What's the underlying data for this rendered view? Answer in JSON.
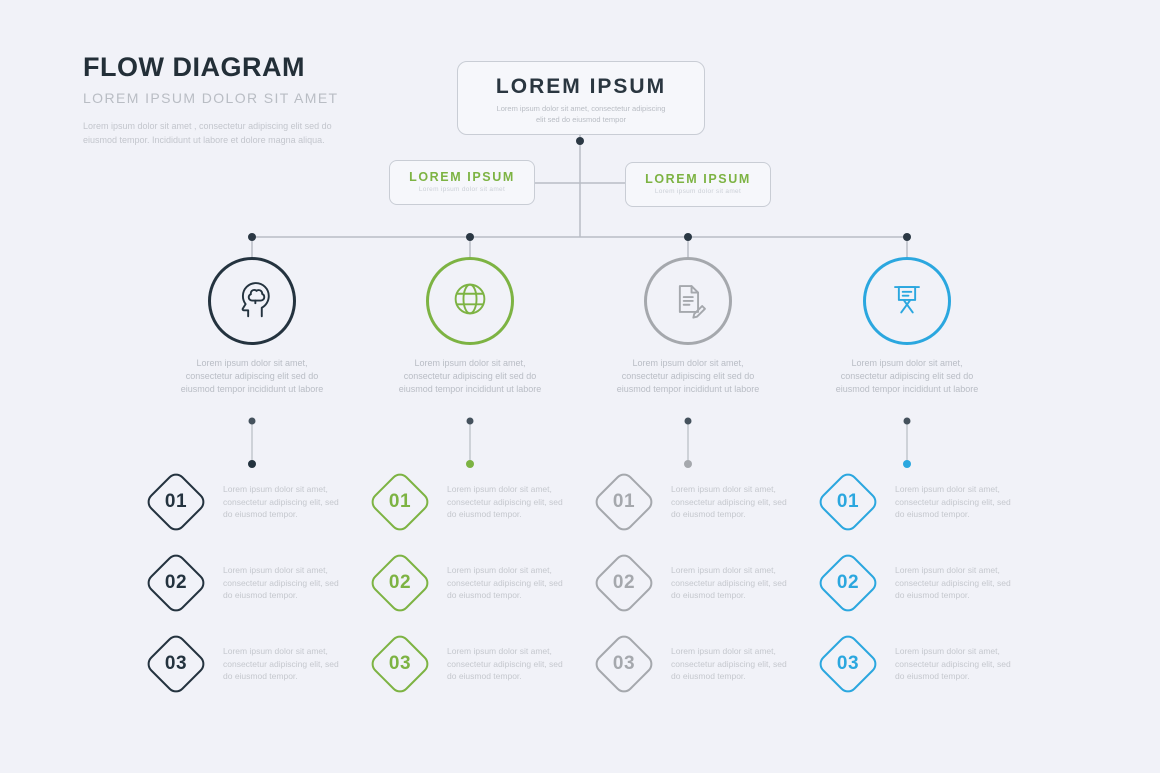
{
  "colors": {
    "background": "#f1f2f8",
    "dark": "#24333f",
    "green": "#7db343",
    "gray": "#a5a8ad",
    "blue": "#2ba7df",
    "line": "#b9bdc5"
  },
  "header": {
    "title": "FLOW DIAGRAM",
    "subtitle": "LOREM IPSUM DOLOR SIT AMET",
    "description": "Lorem ipsum dolor sit amet , consectetur adipiscing elit sed do eiusmod tempor. Incididunt ut labore et dolore magna aliqua."
  },
  "root": {
    "title": "LOREM IPSUM",
    "subtitle": "Lorem ipsum dolor sit amet,  consectetur adipiscing elit sed do eiusmod tempor"
  },
  "branches": [
    {
      "title": "LOREM IPSUM",
      "subtitle": "Lorem ipsum dolor sit amet"
    },
    {
      "title": "LOREM IPSUM",
      "subtitle": "Lorem ipsum dolor sit amet"
    }
  ],
  "columns": [
    {
      "icon": "head-brain-icon",
      "color": "#24333f",
      "description": "Lorem ipsum dolor sit amet, consectetur adipiscing elit sed do eiusmod tempor incididunt ut labore",
      "items": [
        {
          "number": "01",
          "text": "Lorem ipsum dolor sit amet, consectetur adipiscing elit, sed do eiusmod tempor."
        },
        {
          "number": "02",
          "text": "Lorem ipsum dolor sit amet, consectetur adipiscing elit, sed do eiusmod tempor."
        },
        {
          "number": "03",
          "text": "Lorem ipsum dolor sit amet, consectetur adipiscing elit, sed do eiusmod tempor."
        }
      ]
    },
    {
      "icon": "globe-icon",
      "color": "#7db343",
      "description": "Lorem ipsum dolor sit amet, consectetur adipiscing elit sed do eiusmod tempor incididunt ut labore",
      "items": [
        {
          "number": "01",
          "text": "Lorem ipsum dolor sit amet, consectetur adipiscing elit, sed do eiusmod tempor."
        },
        {
          "number": "02",
          "text": "Lorem ipsum dolor sit amet, consectetur adipiscing elit, sed do eiusmod tempor."
        },
        {
          "number": "03",
          "text": "Lorem ipsum dolor sit amet, consectetur adipiscing elit, sed do eiusmod tempor."
        }
      ]
    },
    {
      "icon": "document-pencil-icon",
      "color": "#a5a8ad",
      "description": "Lorem ipsum dolor sit amet, consectetur adipiscing elit sed do eiusmod tempor incididunt ut labore",
      "items": [
        {
          "number": "01",
          "text": "Lorem ipsum dolor sit amet, consectetur adipiscing elit, sed do eiusmod tempor."
        },
        {
          "number": "02",
          "text": "Lorem ipsum dolor sit amet, consectetur adipiscing elit, sed do eiusmod tempor."
        },
        {
          "number": "03",
          "text": "Lorem ipsum dolor sit amet, consectetur adipiscing elit, sed do eiusmod tempor."
        }
      ]
    },
    {
      "icon": "presentation-board-icon",
      "color": "#2ba7df",
      "description": "Lorem ipsum dolor sit amet, consectetur adipiscing elit sed do eiusmod tempor incididunt ut labore",
      "items": [
        {
          "number": "01",
          "text": "Lorem ipsum dolor sit amet, consectetur adipiscing elit, sed do eiusmod tempor."
        },
        {
          "number": "02",
          "text": "Lorem ipsum dolor sit amet, consectetur adipiscing elit, sed do eiusmod tempor."
        },
        {
          "number": "03",
          "text": "Lorem ipsum dolor sit amet, consectetur adipiscing elit, sed do eiusmod tempor."
        }
      ]
    }
  ]
}
